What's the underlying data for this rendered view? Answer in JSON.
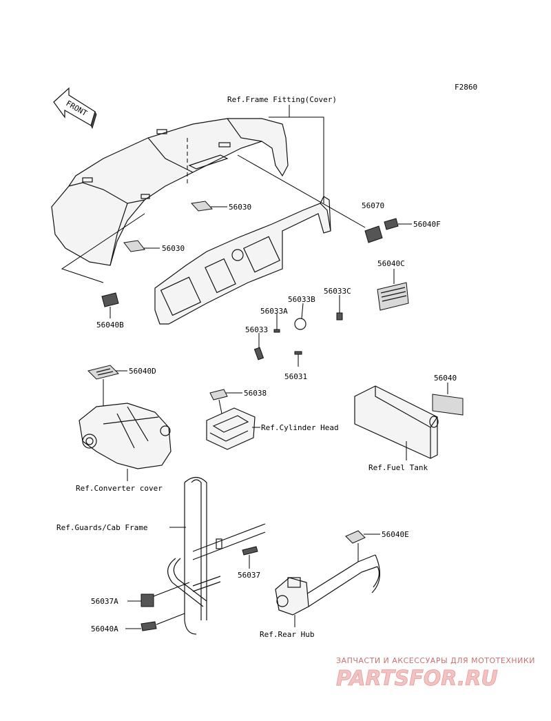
{
  "figure_code": "F2860",
  "front_arrow": "FRONT",
  "refs": {
    "frame_fitting": "Ref.Frame Fitting(Cover)",
    "cylinder_head": "Ref.Cylinder Head",
    "converter_cover": "Ref.Converter cover",
    "fuel_tank": "Ref.Fuel Tank",
    "guards_cab": "Ref.Guards/Cab Frame",
    "rear_hub": "Ref.Rear Hub"
  },
  "parts": {
    "p56030_top": "56030",
    "p56030_left": "56030",
    "p56070": "56070",
    "p56040F": "56040F",
    "p56040C": "56040C",
    "p56040B": "56040B",
    "p56033C": "56033C",
    "p56033B": "56033B",
    "p56033A": "56033A",
    "p56033": "56033",
    "p56031": "56031",
    "p56040D": "56040D",
    "p56038": "56038",
    "p56040": "56040",
    "p56040E": "56040E",
    "p56037": "56037",
    "p56037A": "56037A",
    "p56040A": "56040A"
  },
  "watermark": {
    "line1": "ЗАПЧАСТИ И АКСЕССУАРЫ ДЛЯ МОТОТЕХНИКИ",
    "line2": "PARTSFOR.RU"
  }
}
